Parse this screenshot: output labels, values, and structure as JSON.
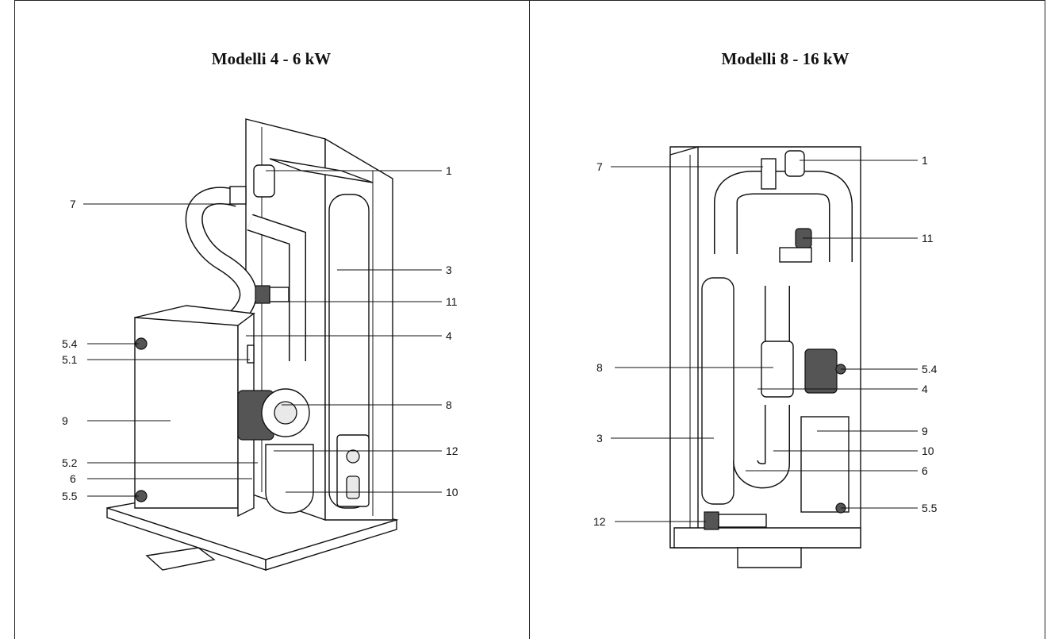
{
  "left_panel": {
    "title": "Modelli 4 - 6 kW",
    "callouts_left": [
      "7",
      "5.4",
      "5.1",
      "9",
      "5.2",
      "6",
      "5.5"
    ],
    "callouts_right": [
      "1",
      "3",
      "11",
      "4",
      "8",
      "12",
      "10"
    ]
  },
  "right_panel": {
    "title": "Modelli 8 - 16 kW",
    "callouts_left": [
      "7",
      "8",
      "3",
      "12"
    ],
    "callouts_right": [
      "1",
      "11",
      "5.4",
      "4",
      "9",
      "10",
      "6",
      "5.5"
    ]
  }
}
